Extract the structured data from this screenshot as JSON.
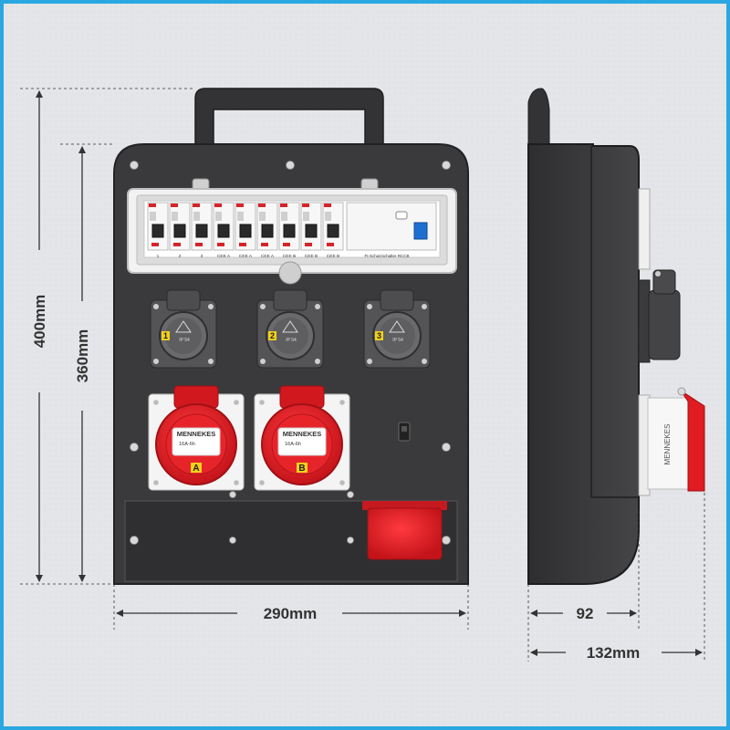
{
  "dimensions": {
    "height_outer": "400mm",
    "height_inner": "360mm",
    "width_front": "290mm",
    "depth_body": "92",
    "depth_total": "132mm"
  },
  "breakers": {
    "labels": [
      "1",
      "2",
      "3",
      "CEE A",
      "CEE A",
      "CEE A",
      "CEE B",
      "CEE B",
      "CEE B"
    ],
    "rccb_label": "FI-Schutzschalter RCCB"
  },
  "sockets_schuko": [
    {
      "number": "1",
      "rating": "IP 54"
    },
    {
      "number": "2",
      "rating": "IP 54"
    },
    {
      "number": "3",
      "rating": "IP 54"
    }
  ],
  "sockets_cee": [
    {
      "brand": "MENNEKES",
      "letter": "A",
      "rating": "16A-6h"
    },
    {
      "brand": "MENNEKES",
      "letter": "B",
      "rating": "16A-6h"
    }
  ],
  "side_cee_brand": "MENNEKES",
  "colors": {
    "frame": "#2aa7e0",
    "background": "#e4e6e9",
    "housing": "#3a3a3c",
    "housing_dark": "#2b2b2d",
    "cee_red": "#e01b22",
    "dimension_line": "#333333",
    "rccb_blue": "#1f6fd1"
  }
}
